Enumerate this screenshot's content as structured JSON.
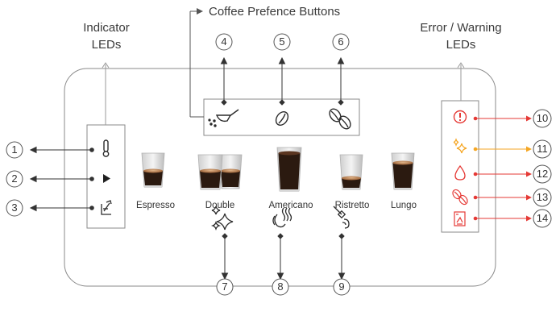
{
  "headings": {
    "indicator_leds": [
      "Indicator",
      "LEDs"
    ],
    "coffee_preference": "Coffee Prefence Buttons",
    "error_warning_leds": [
      "Error / Warning",
      "LEDs"
    ]
  },
  "drinks": [
    "Espresso",
    "Double",
    "Americano",
    "Ristretto",
    "Lungo"
  ],
  "callout_numbers": [
    "1",
    "2",
    "3",
    "4",
    "5",
    "6",
    "7",
    "8",
    "9",
    "10",
    "11",
    "12",
    "13",
    "14"
  ],
  "colors": {
    "outline": "#8a8a8a",
    "arrow": "#333333",
    "error_red": "#e53935",
    "warning_orange": "#f5a623",
    "coffee_dark": "#2b1a10"
  },
  "icons": {
    "indicator_leds": [
      "thermometer-icon",
      "play-icon",
      "descale-icon"
    ],
    "preference_buttons": [
      "scoop-ground-coffee-icon",
      "single-bean-icon",
      "double-bean-icon"
    ],
    "bottom_buttons": [
      "sparkle-clean-icon",
      "steam-icon",
      "milk-frother-icon"
    ],
    "error_leds": [
      "exclamation-icon",
      "sparkle-clean-icon",
      "water-drop-icon",
      "beans-icon",
      "grounds-container-icon"
    ]
  }
}
